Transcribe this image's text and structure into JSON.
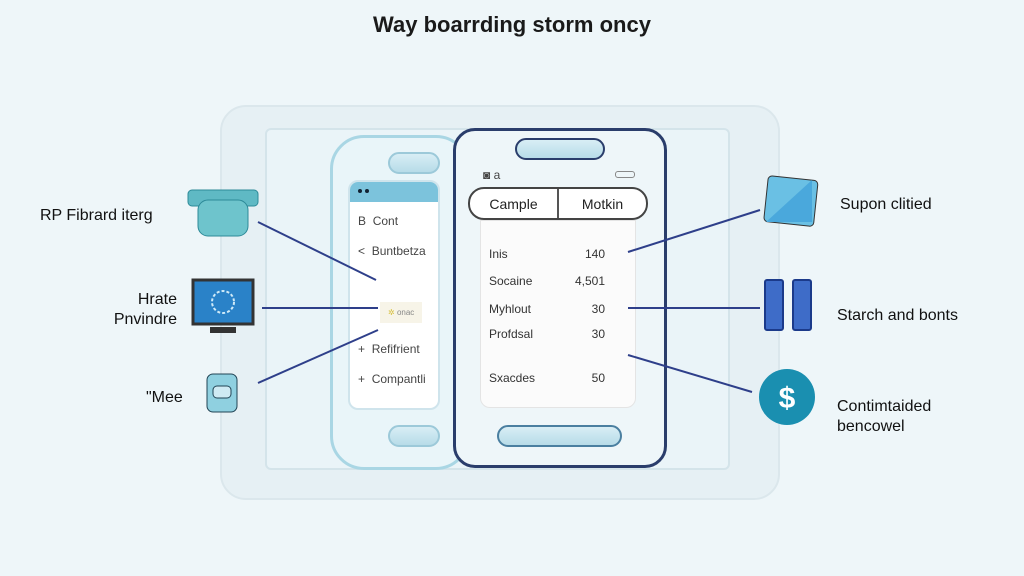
{
  "title": "Way boarrding storm oncy",
  "left_phone": {
    "items": [
      {
        "prefix": "B",
        "label": "Cont"
      },
      {
        "prefix": "<",
        "label": "Buntbetza"
      },
      {
        "prefix": "",
        "label": "onac"
      },
      {
        "prefix": "+",
        "label": "Refifrient"
      },
      {
        "prefix": "+",
        "label": "Compantli"
      }
    ]
  },
  "right_phone": {
    "status_left": "a",
    "tabs": [
      "Cample",
      "Motkin"
    ],
    "rows": [
      {
        "label": "Inis",
        "value": "140"
      },
      {
        "label": "Socaine",
        "value": "4,501"
      },
      {
        "label": "Myhlout",
        "value": "30"
      },
      {
        "label": "Profdsal",
        "value": "30"
      },
      {
        "label": "Sxacdes",
        "value": "50"
      }
    ]
  },
  "callouts_left": [
    {
      "label": "RP Fibrard iterg",
      "icon": "container-icon"
    },
    {
      "label": "Hrate Pnvindre",
      "icon": "monitor-icon"
    },
    {
      "label": "\"Mee",
      "icon": "jar-icon"
    }
  ],
  "callouts_right": [
    {
      "label": "Supon clitied",
      "icon": "card-icon"
    },
    {
      "label": "Starch and bonts",
      "icon": "binoculars-icon"
    },
    {
      "label": "Contimtaided bencowel",
      "icon": "dollar-icon"
    }
  ],
  "colors": {
    "line": "#2e3f8a",
    "teal": "#1a8fb0",
    "navy": "#2a3d6b"
  }
}
